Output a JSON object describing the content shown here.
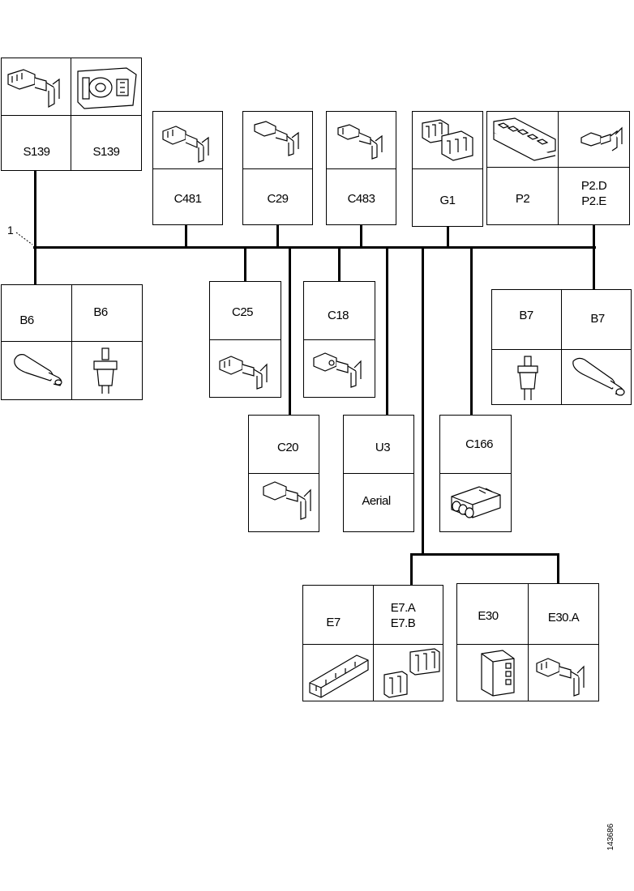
{
  "leader_label": "1",
  "figure_ref": "143686",
  "connectors": {
    "s139_left": "S139",
    "s139_right": "S139",
    "c481": "C481",
    "c29": "C29",
    "c483": "C483",
    "g1": "G1",
    "p2": "P2",
    "p2d_p2e": "P2.D\nP2.E",
    "b6_left": "B6",
    "b6_right": "B6",
    "c25": "C25",
    "c18": "C18",
    "b7_left": "B7",
    "b7_right": "B7",
    "c20": "C20",
    "u3": "U3",
    "aerial": "Aerial",
    "c166": "C166",
    "e7": "E7",
    "e7a_e7b": "E7.A\nE7.B",
    "e30": "E30",
    "e30a": "E30.A"
  }
}
